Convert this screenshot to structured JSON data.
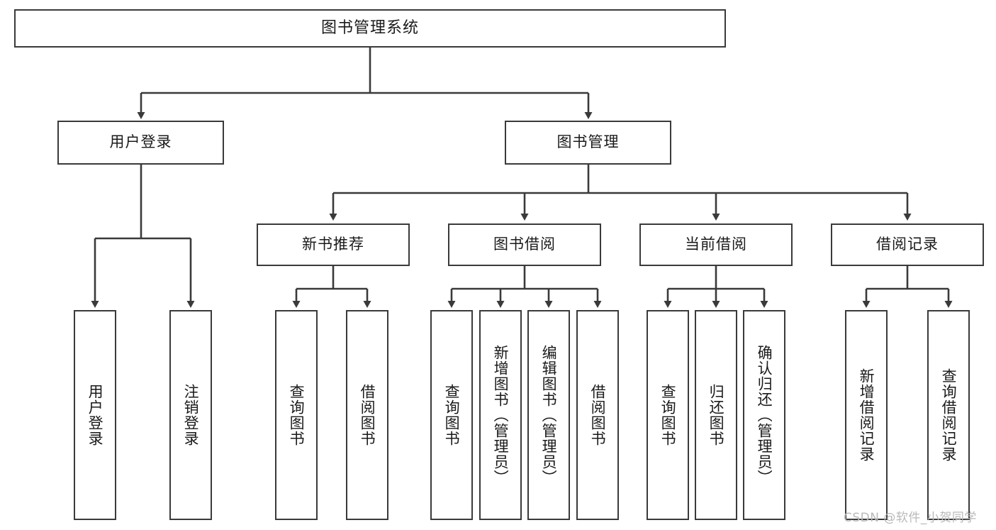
{
  "diagram": {
    "title": "图书管理系统",
    "type": "tree",
    "nodes": {
      "root": {
        "label": "图书管理系统",
        "level": 1
      },
      "l2": [
        {
          "id": "user-login",
          "label": "用户登录"
        },
        {
          "id": "book-manage",
          "label": "图书管理"
        }
      ],
      "l3": [
        {
          "id": "new-book-rec",
          "label": "新书推荐",
          "parent": "book-manage"
        },
        {
          "id": "book-borrow",
          "label": "图书借阅",
          "parent": "book-manage"
        },
        {
          "id": "current-borrow",
          "label": "当前借阅",
          "parent": "book-manage"
        },
        {
          "id": "borrow-record",
          "label": "借阅记录",
          "parent": "book-manage"
        }
      ],
      "leaves": [
        {
          "id": "leaf-user-login",
          "label": "用户登录",
          "parent": "user-login"
        },
        {
          "id": "leaf-logout",
          "label": "注销登录",
          "parent": "user-login"
        },
        {
          "id": "leaf-query-book-1",
          "label": "查询图书",
          "parent": "new-book-rec"
        },
        {
          "id": "leaf-borrow-book-1",
          "label": "借阅图书",
          "parent": "new-book-rec"
        },
        {
          "id": "leaf-query-book-2",
          "label": "查询图书",
          "parent": "book-borrow"
        },
        {
          "id": "leaf-add-book",
          "label": "新增图书（管理员）",
          "parent": "book-borrow"
        },
        {
          "id": "leaf-edit-book",
          "label": "编辑图书（管理员）",
          "parent": "book-borrow"
        },
        {
          "id": "leaf-borrow-book-2",
          "label": "借阅图书",
          "parent": "book-borrow"
        },
        {
          "id": "leaf-query-book-3",
          "label": "查询图书",
          "parent": "current-borrow"
        },
        {
          "id": "leaf-return-book",
          "label": "归还图书",
          "parent": "current-borrow"
        },
        {
          "id": "leaf-confirm-return",
          "label": "确认归还（管理员）",
          "parent": "current-borrow"
        },
        {
          "id": "leaf-add-record",
          "label": "新增借阅记录",
          "parent": "borrow-record"
        },
        {
          "id": "leaf-query-record",
          "label": "查询借阅记录",
          "parent": "borrow-record"
        }
      ]
    },
    "colors": {
      "stroke": "#3a3a3a",
      "fill": "#ffffff",
      "text": "#1a1a1a",
      "watermark": "#b9b9b9"
    }
  },
  "watermark": {
    "text": "CSDN @软件_小贺同学"
  }
}
